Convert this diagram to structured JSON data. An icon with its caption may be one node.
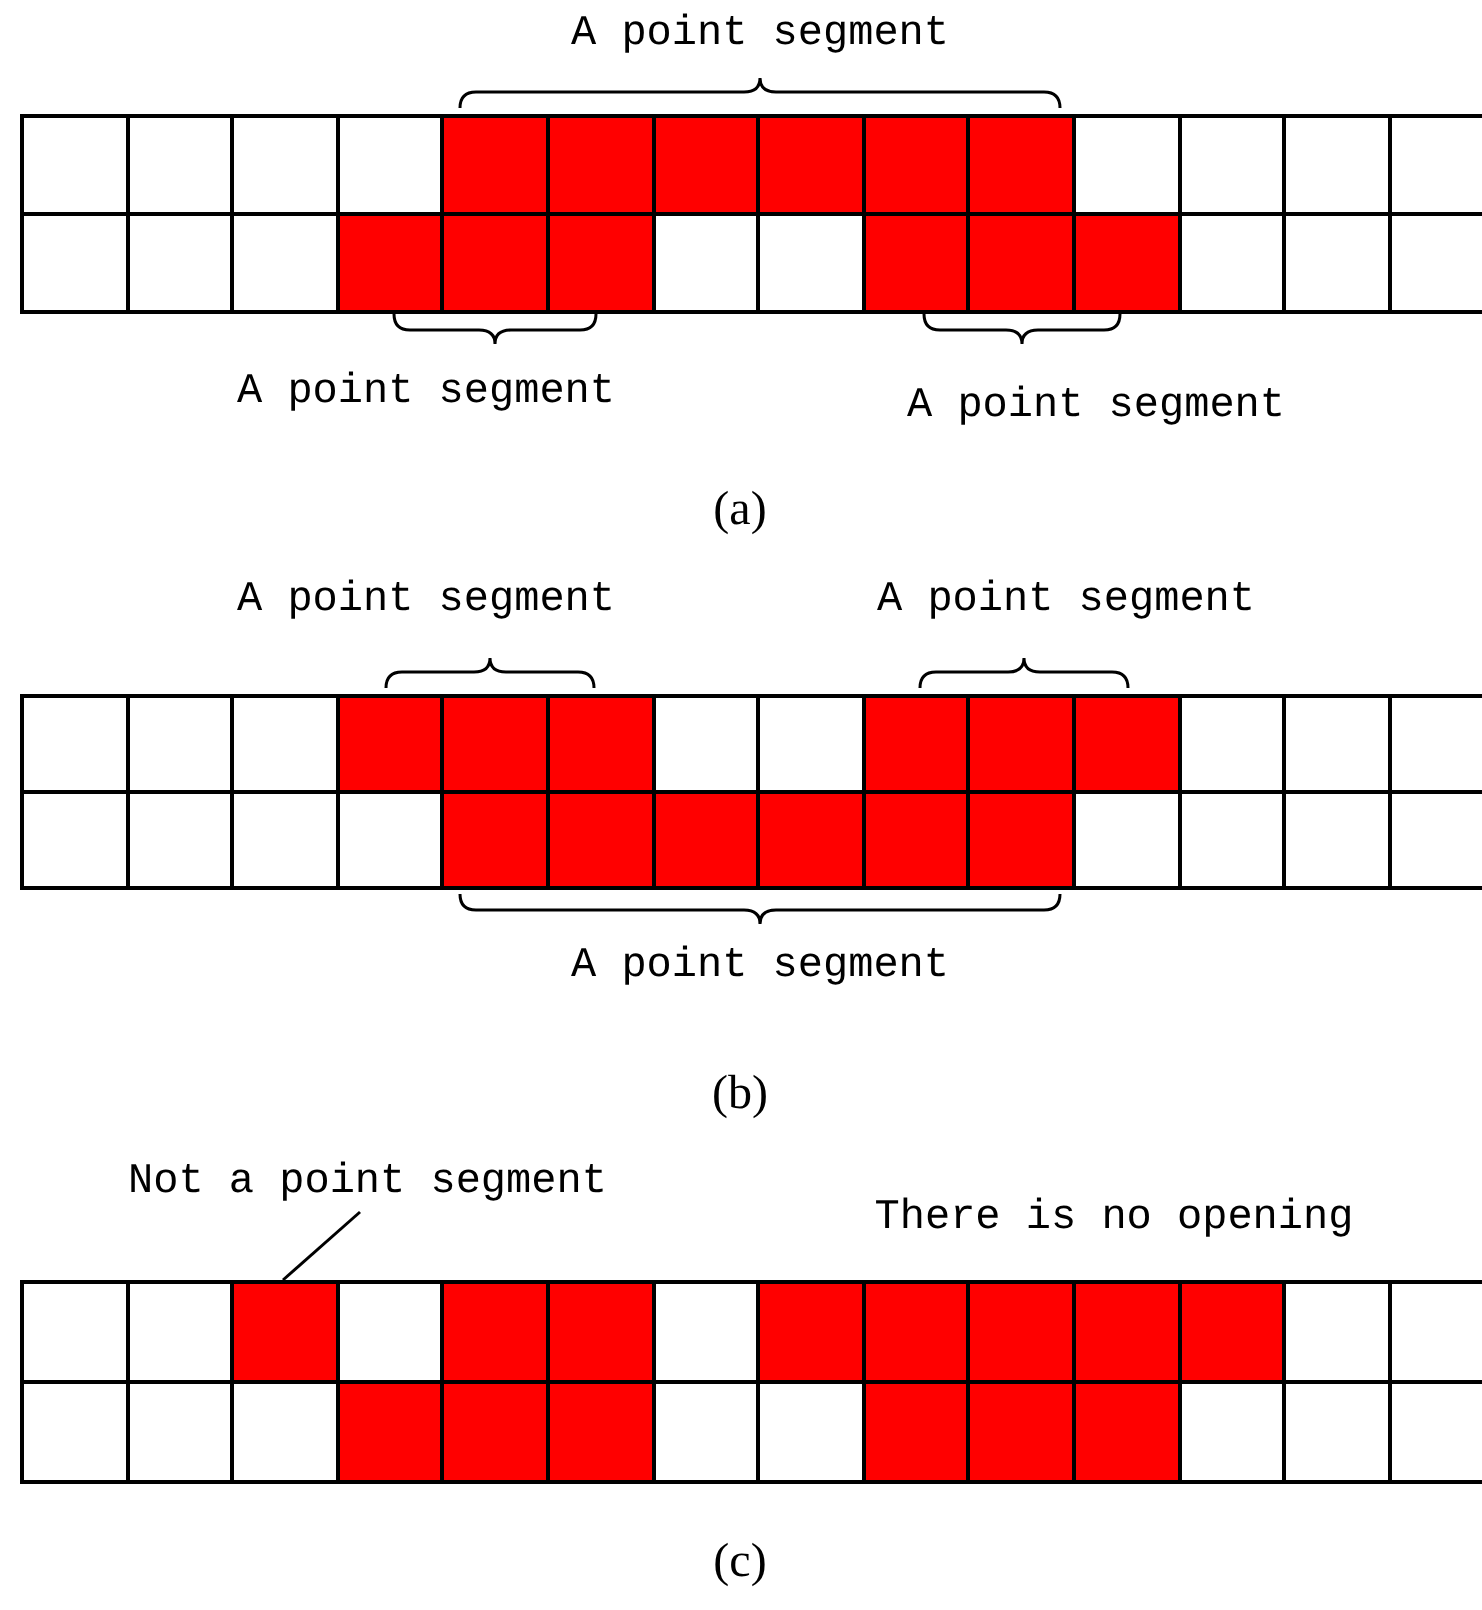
{
  "diagram": {
    "nodes": [
      {
        "text": [
          "Not a point segment"
        ]
      },
      {
        "text": [],
        "shape": "box"
      }
    ],
    "edges": [
      {
        "from": 0,
        "to": 1,
        "arrow": "none"
      }
    ],
    "labels": [
      "A point segment",
      "A point segment",
      "A point segment",
      "(a)",
      "A point segment",
      "A point segment",
      "A point segment",
      "(b)",
      "There is no opening",
      "(c)"
    ]
  }
}
